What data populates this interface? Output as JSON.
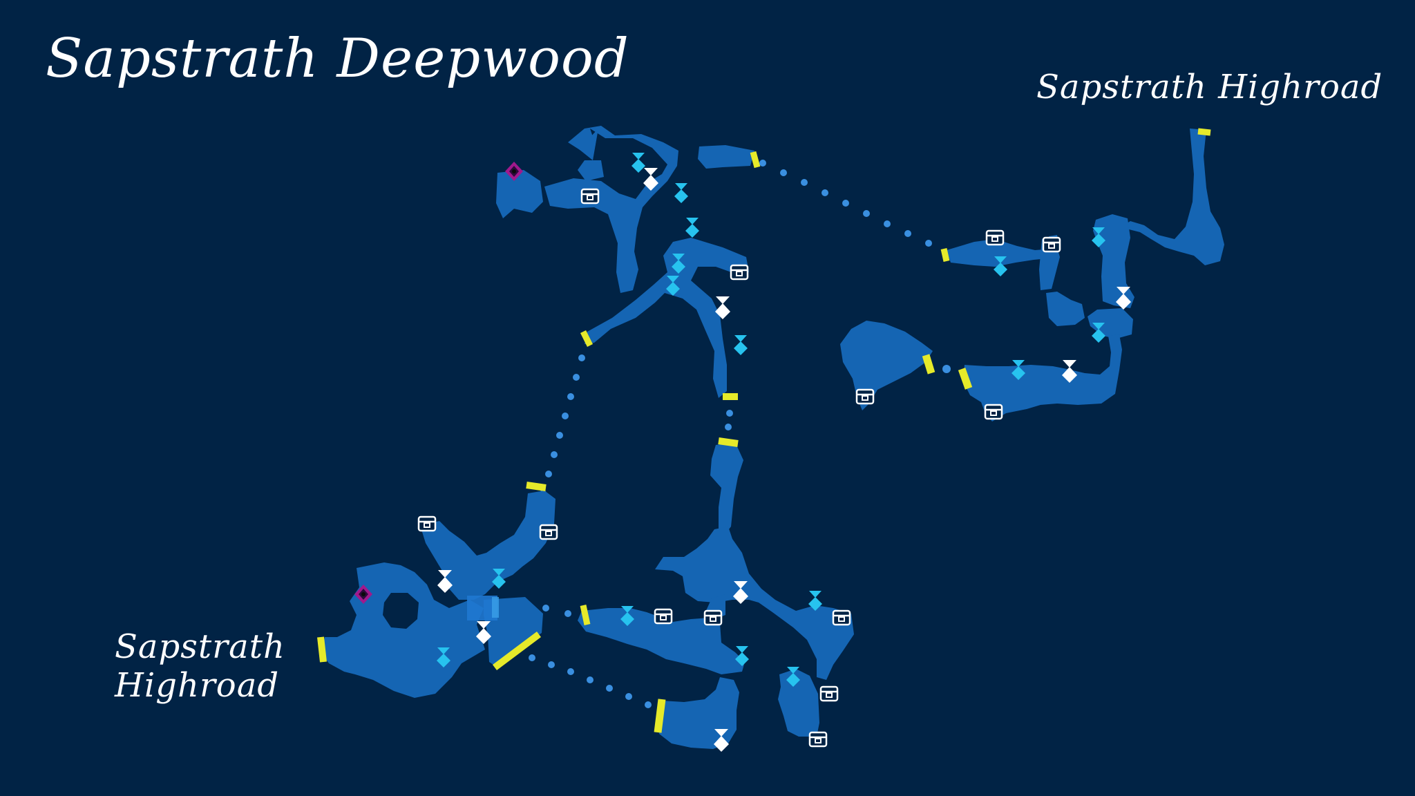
{
  "map": {
    "title": "Sapstrath Deepwood",
    "exits": [
      {
        "label": "Sapstrath Highroad"
      },
      {
        "label_lines": [
          "Sapstrath",
          "Highroad"
        ]
      }
    ]
  },
  "legend_icons": {
    "treasure": "treasure-chest-icon",
    "item_point_cyan": "cyan-item-marker-icon",
    "item_point_white": "white-item-marker-icon",
    "save_point": "purple-save-crystal-icon",
    "zone_exit": "yellow-zone-exit-marker",
    "path_connection": "dotted-path"
  },
  "colors": {
    "background": "#012345",
    "area_fill": "#1565b3",
    "connector": "#3a8fe0",
    "exit": "#e6ea2a",
    "cyan_marker": "#27c3ef",
    "white_marker": "#ffffff",
    "save_outer": "#a0198c",
    "text": "#ffffff"
  }
}
